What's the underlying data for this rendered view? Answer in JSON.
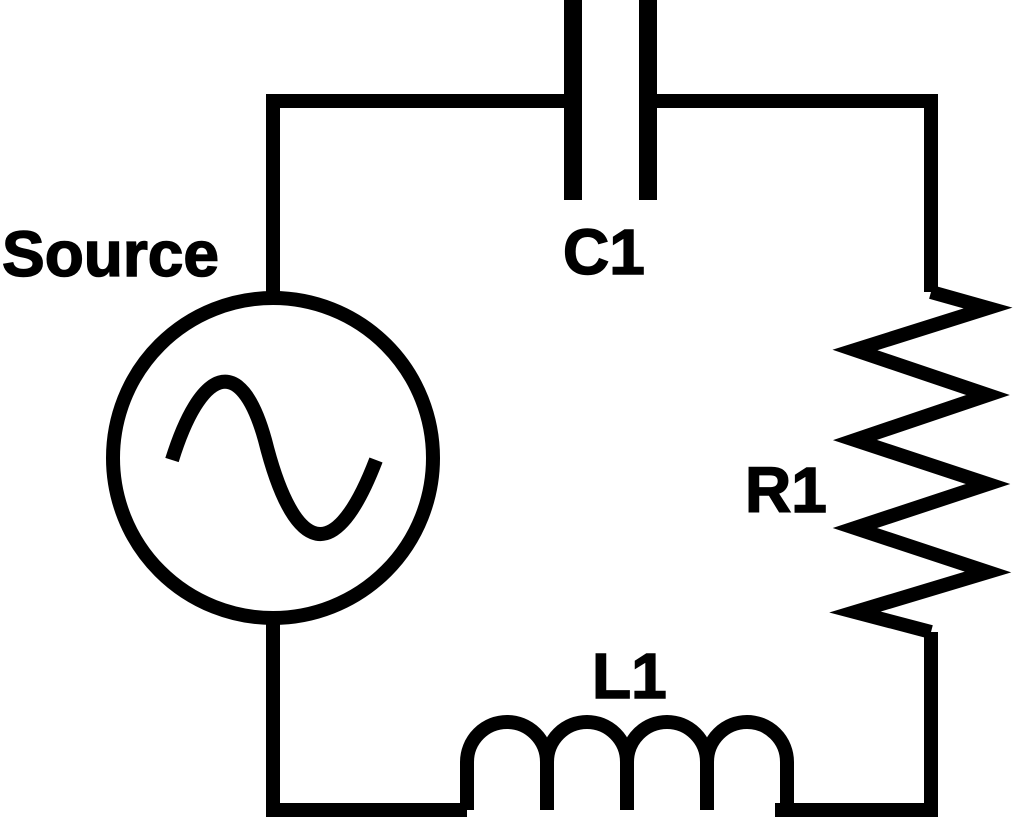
{
  "diagram": {
    "type": "circuit-schematic",
    "components": [
      {
        "id": "source",
        "symbol": "ac-voltage-source",
        "label": "Source"
      },
      {
        "id": "c1",
        "symbol": "capacitor",
        "label": "C1"
      },
      {
        "id": "r1",
        "symbol": "resistor",
        "label": "R1"
      },
      {
        "id": "l1",
        "symbol": "inductor",
        "label": "L1"
      }
    ],
    "connections": [
      [
        "source",
        "c1"
      ],
      [
        "c1",
        "r1"
      ],
      [
        "r1",
        "l1"
      ],
      [
        "l1",
        "source"
      ]
    ],
    "colors": {
      "stroke": "#000000",
      "background": "#ffffff"
    }
  }
}
